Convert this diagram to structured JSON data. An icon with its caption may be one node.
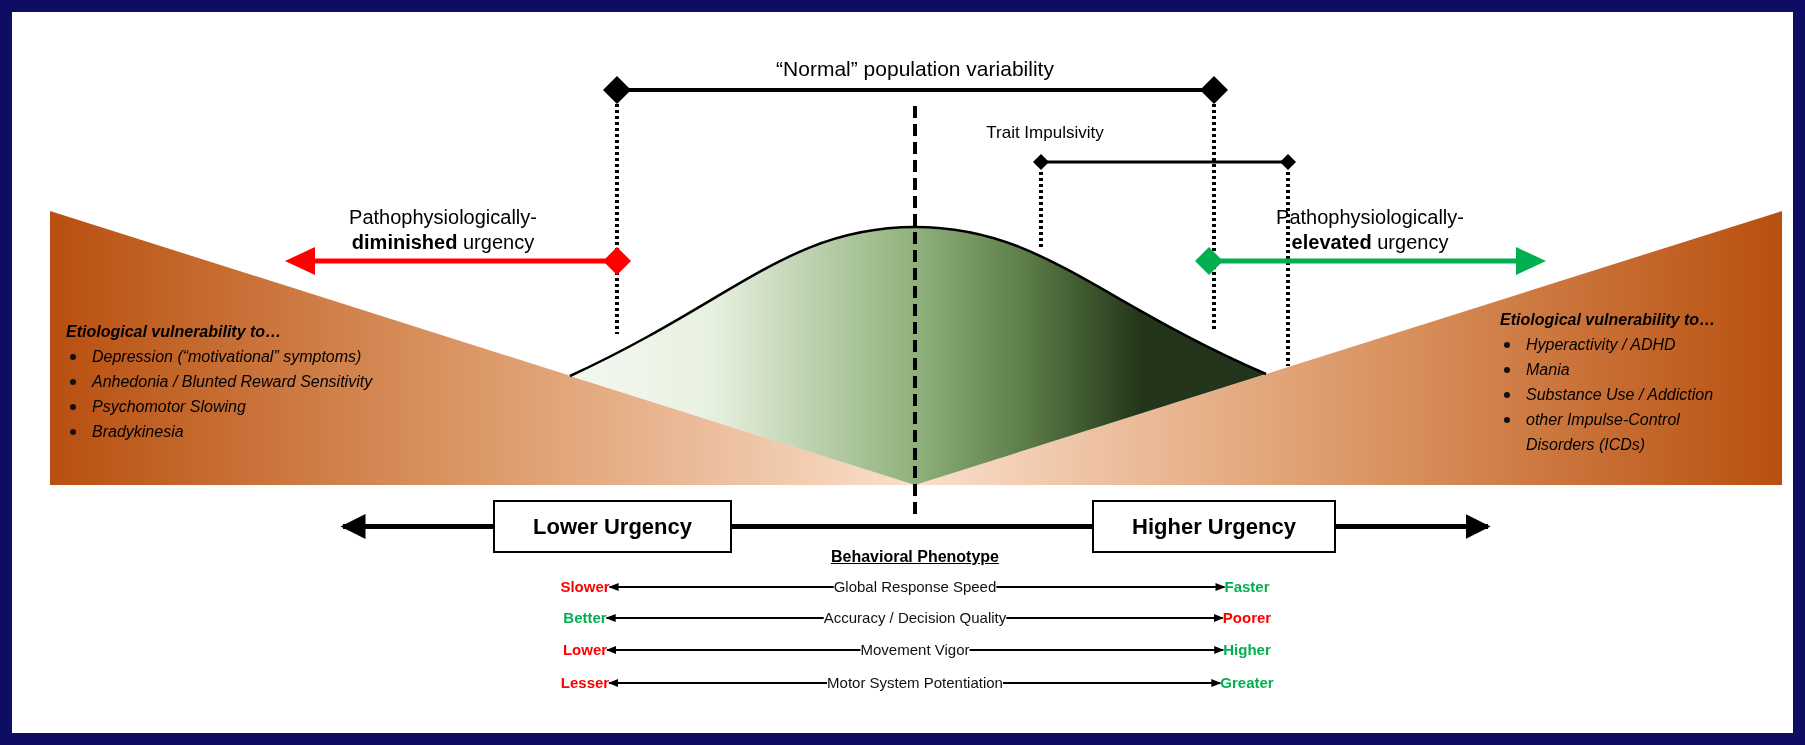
{
  "diagram": {
    "nodes": [
      {
        "text": [
          "Lower Urgency"
        ]
      },
      {
        "text": [
          "Higher Urgency"
        ]
      },
      {
        "text": [
          "Slower"
        ]
      },
      {
        "text": [
          "Global Response Speed"
        ]
      },
      {
        "text": [
          "Faster"
        ]
      },
      {
        "text": [
          "Better"
        ]
      },
      {
        "text": [
          "Accuracy / Decision Quality"
        ]
      },
      {
        "text": [
          "Poorer"
        ]
      },
      {
        "text": [
          "Lower"
        ]
      },
      {
        "text": [
          "Movement Vigor"
        ]
      },
      {
        "text": [
          "Higher"
        ]
      },
      {
        "text": [
          "Lesser"
        ]
      },
      {
        "text": [
          "Motor System Potentiation"
        ]
      },
      {
        "text": [
          "Greater"
        ]
      }
    ],
    "edges": [
      {
        "from": 0,
        "to": null,
        "arrow": "to",
        "style": "thick"
      },
      {
        "from": 0,
        "to": 1,
        "arrow": "none",
        "style": "thick"
      },
      {
        "from": 1,
        "to": null,
        "arrow": "to",
        "style": "thick"
      },
      {
        "from": 3,
        "to": 2,
        "arrow": "to"
      },
      {
        "from": 3,
        "to": 4,
        "arrow": "to"
      },
      {
        "from": 6,
        "to": 5,
        "arrow": "to"
      },
      {
        "from": 6,
        "to": 7,
        "arrow": "to"
      },
      {
        "from": 9,
        "to": 8,
        "arrow": "to"
      },
      {
        "from": 9,
        "to": 10,
        "arrow": "to"
      },
      {
        "from": 12,
        "to": 11,
        "arrow": "to"
      },
      {
        "from": 12,
        "to": 13,
        "arrow": "to"
      }
    ],
    "labels": [
      "“Normal” population variability",
      "Trait Impulsivity",
      "Pathophysiologically- **diminished** urgency",
      "Pathophysiologically- **elevated** urgency",
      "Etiological vulnerability to…",
      "Depression (“motivational” symptoms)",
      "Anhedonia / Blunted Reward Sensitivity",
      "Psychomotor Slowing",
      "Bradykinesia",
      "Etiological vulnerability to…",
      "Hyperactivity / ADHD",
      "Mania",
      "Substance Use / Addiction",
      "other Impulse-Control Disorders (ICDs)",
      "Behavioral Phenotype"
    ]
  }
}
